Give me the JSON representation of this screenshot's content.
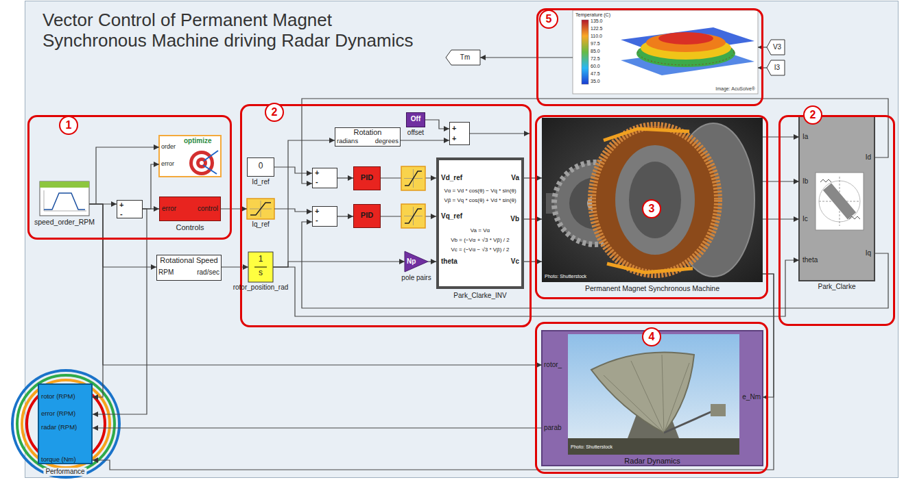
{
  "diagram": {
    "title": "Vector Control of Permanent Magnet Synchronous Machine driving Radar Dynamics",
    "nodes": [
      {
        "text": [
          "1"
        ]
      },
      {
        "text": [
          "speed_order_RPM"
        ],
        "in": 0
      },
      {
        "text": [
          "order",
          "error",
          "optimize"
        ],
        "in": 0
      },
      {
        "text": [
          "+",
          "-"
        ],
        "in": 0
      },
      {
        "text": [
          "error",
          "control",
          "Controls"
        ],
        "in": 0
      },
      {
        "text": [
          "2"
        ]
      },
      {
        "text": [
          "Rotation",
          "radians",
          "degrees"
        ],
        "in": 5
      },
      {
        "text": [
          "Off",
          "offset"
        ],
        "in": 5
      },
      {
        "text": [
          "+",
          "+"
        ],
        "in": 5
      },
      {
        "text": [
          "0",
          "Id_ref"
        ],
        "in": 5
      },
      {
        "text": [
          "+",
          "-"
        ],
        "in": 5
      },
      {
        "text": [
          "PID"
        ],
        "in": 5
      },
      {
        "text": [
          "Iq_ref"
        ],
        "in": 5
      },
      {
        "text": [
          "+",
          "-"
        ],
        "in": 5
      },
      {
        "text": [
          "PID"
        ],
        "in": 5
      },
      {
        "text": [
          "Vd_ref",
          "Vq_ref",
          "theta",
          "Vα = Vd * cos(θ) − Vq * sin(θ)",
          "Vβ = Vq * cos(θ) + Vd * sin(θ)",
          "Va = Vα",
          "Vb = (−Vα + √3 * Vβ) / 2",
          "Vc = (−Vα − √3 * Vβ) / 2",
          "Va",
          "Vb",
          "Vc",
          "Park_Clarke_INV"
        ],
        "in": 5
      },
      {
        "text": [
          "1",
          "s",
          "rotor_position_rad"
        ],
        "in": 5
      },
      {
        "text": [
          "Np",
          "pole pairs"
        ],
        "in": 5
      },
      {
        "text": [
          "Rotational Speed",
          "RPM",
          "rad/sec"
        ]
      },
      {
        "text": [
          "3"
        ]
      },
      {
        "text": [
          "Permanent Magnet Synchronous Machine",
          "Photo: Shutterstock"
        ],
        "in": 19
      },
      {
        "text": [
          "2"
        ]
      },
      {
        "text": [
          "Ia",
          "Ib",
          "Ic",
          "theta",
          "Id",
          "Iq",
          "Park_Clarke"
        ],
        "in": 21
      },
      {
        "text": [
          "4"
        ]
      },
      {
        "text": [
          "rotor_",
          "parab",
          "e_Nm",
          "Radar Dynamics",
          "Photo: Shutterstock"
        ],
        "in": 23
      },
      {
        "text": [
          "5"
        ]
      },
      {
        "text": [
          "Temperature (C)",
          "135.0",
          "122.5",
          "110.0",
          "97.5",
          "85.0",
          "72.5",
          "60.0",
          "47.5",
          "35.0",
          "Image: AcuSolve®"
        ],
        "in": 25
      },
      {
        "text": [
          "V3"
        ]
      },
      {
        "text": [
          "I3"
        ]
      },
      {
        "text": [
          "Tm"
        ]
      },
      {
        "text": [
          "rotor (RPM)",
          "error (RPM)",
          "radar (RPM)",
          "torque (Nm)",
          "Performance"
        ]
      }
    ],
    "edges": [
      {
        "from": 1,
        "to": 3,
        "arrow": "to"
      },
      {
        "from": 1,
        "to": 2,
        "arrow": "to"
      },
      {
        "from": 1,
        "to": 18,
        "arrow": "to"
      },
      {
        "from": 1,
        "to": 24,
        "arrow": "to"
      },
      {
        "from": 1,
        "to": 30,
        "arrow": "to"
      },
      {
        "from": 3,
        "to": 4,
        "arrow": "to"
      },
      {
        "from": 3,
        "to": 2,
        "arrow": "to"
      },
      {
        "from": 3,
        "to": 30,
        "arrow": "to"
      },
      {
        "from": 4,
        "to": 12,
        "arrow": "to"
      },
      {
        "from": 9,
        "to": 10,
        "arrow": "to"
      },
      {
        "from": 12,
        "to": 13,
        "arrow": "to"
      },
      {
        "from": 10,
        "to": 11,
        "arrow": "to"
      },
      {
        "from": 13,
        "to": 14,
        "arrow": "to"
      },
      {
        "from": 11,
        "to": 15,
        "arrow": "to"
      },
      {
        "from": 14,
        "to": 15,
        "arrow": "to"
      },
      {
        "from": 18,
        "to": 16,
        "arrow": "to"
      },
      {
        "from": 16,
        "to": 17,
        "arrow": "to"
      },
      {
        "from": 17,
        "to": 15,
        "arrow": "to"
      },
      {
        "from": 16,
        "to": 6,
        "arrow": "to"
      },
      {
        "from": 16,
        "to": 22,
        "arrow": "to"
      },
      {
        "from": 6,
        "to": 8,
        "arrow": "to"
      },
      {
        "from": 7,
        "to": 8,
        "arrow": "to"
      },
      {
        "from": 15,
        "to": 20,
        "arrow": "to"
      },
      {
        "from": 15,
        "to": 20,
        "arrow": "to"
      },
      {
        "from": 15,
        "to": 20,
        "arrow": "to"
      },
      {
        "from": 20,
        "to": 22,
        "arrow": "to"
      },
      {
        "from": 20,
        "to": 22,
        "arrow": "to"
      },
      {
        "from": 20,
        "to": 22,
        "arrow": "to"
      },
      {
        "from": 22,
        "to": 10,
        "arrow": "to"
      },
      {
        "from": 22,
        "to": 13,
        "arrow": "to"
      },
      {
        "from": 20,
        "to": 24,
        "arrow": "to"
      },
      {
        "from": 20,
        "to": 30,
        "arrow": "to"
      },
      {
        "from": 24,
        "to": 30,
        "arrow": "to"
      },
      {
        "from": 26,
        "to": 29,
        "arrow": "to"
      },
      {
        "from": 27,
        "to": 26,
        "arrow": "to"
      },
      {
        "from": 28,
        "to": 26,
        "arrow": "to"
      }
    ]
  }
}
